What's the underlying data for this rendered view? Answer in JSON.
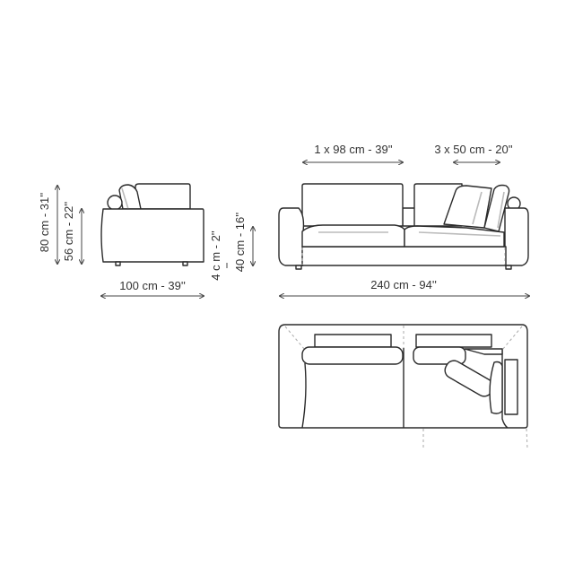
{
  "dimensions": {
    "total_height": "80 cm - 31''",
    "armrest_height": "56 cm - 22''",
    "depth": "100 cm - 39''",
    "leg_height": "4 c m - 2''",
    "seat_height": "40 cm - 16''",
    "seat_width": "1 x 98 cm - 39''",
    "cushion_width": "3 x 50 cm - 20''",
    "total_width": "240 cm - 94''"
  },
  "colors": {
    "line": "#2b2b2b",
    "background": "#ffffff"
  }
}
